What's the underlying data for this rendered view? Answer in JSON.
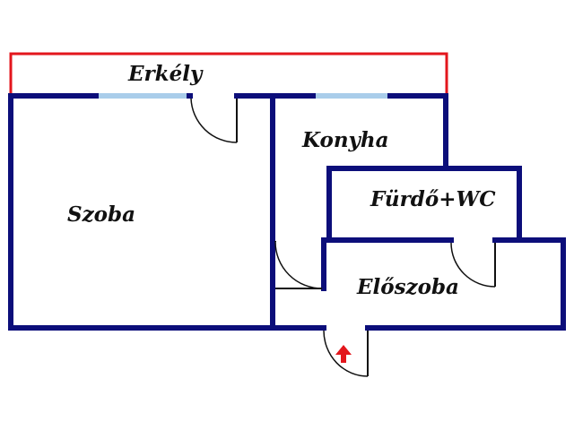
{
  "rooms": {
    "balcony": "Erkély",
    "room": "Szoba",
    "kitchen": "Konyha",
    "bathroom": "Fürdő+WC",
    "hall": "Előszoba"
  },
  "colors": {
    "wall": "#0c0e7a",
    "balcony_outline": "#e3161c",
    "window": "#a9cdea",
    "entrance_arrow": "#e3161c"
  },
  "icons": {
    "entrance": "up-arrow-icon"
  }
}
